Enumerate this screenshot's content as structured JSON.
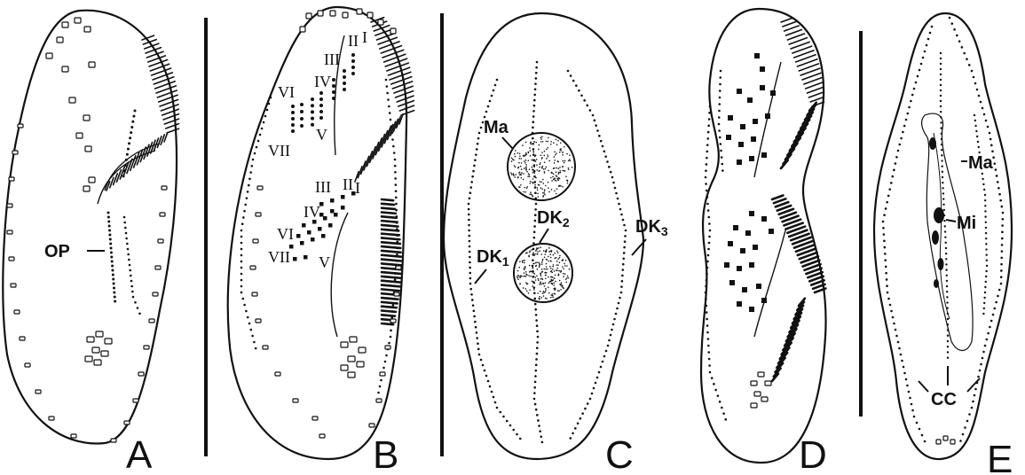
{
  "panels": [
    {
      "letter": "A",
      "labels": [
        "OP"
      ]
    },
    {
      "letter": "B",
      "kinety_labels_anterior": [
        "II",
        "I",
        "III",
        "IV",
        "VI",
        "V",
        "VII"
      ],
      "kinety_labels_posterior": [
        "III",
        "II",
        "I",
        "IV",
        "VI",
        "V",
        "VII"
      ]
    },
    {
      "letter": "C",
      "labels": [
        "Ma",
        "DK2",
        "DK3",
        "DK1"
      ]
    },
    {
      "letter": "D"
    },
    {
      "letter": "E",
      "labels": [
        "Ma",
        "Mi",
        "CC"
      ]
    }
  ],
  "labels": {
    "op": "OP",
    "ma_c": "Ma",
    "dk1": "DK",
    "dk1_sub": "1",
    "dk2": "DK",
    "dk2_sub": "2",
    "dk3": "DK",
    "dk3_sub": "3",
    "ma_e": "Ma",
    "mi": "Mi",
    "cc": "CC",
    "b_top": [
      "II",
      "I",
      "III",
      "IV",
      "VI",
      "V",
      "VII"
    ],
    "b_mid": [
      "III",
      "II",
      "I",
      "IV",
      "VI",
      "V",
      "VII"
    ]
  },
  "letters": {
    "a": "A",
    "b": "B",
    "c": "C",
    "d": "D",
    "e": "E"
  },
  "colors": {
    "ink": "#111111",
    "background": "#ffffff"
  }
}
